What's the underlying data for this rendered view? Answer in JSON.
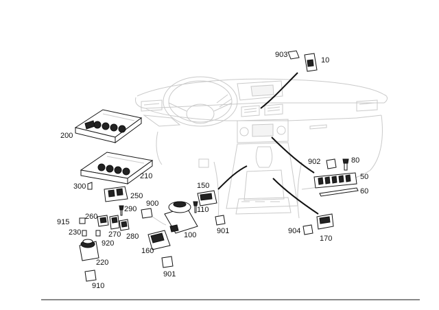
{
  "labels": {
    "l10": "10",
    "l50": "50",
    "l60": "60",
    "l80": "80",
    "l100": "100",
    "l110": "110",
    "l150": "150",
    "l160": "160",
    "l170": "170",
    "l200": "200",
    "l210": "210",
    "l220": "220",
    "l230": "230",
    "l250": "250",
    "l260": "260",
    "l270": "270",
    "l280": "280",
    "l290": "290",
    "l300": "300",
    "l900": "900",
    "l901a": "901",
    "l901b": "901",
    "l902": "902",
    "l903": "903",
    "l904": "904",
    "l910": "910",
    "l915": "915",
    "l920": "920"
  }
}
